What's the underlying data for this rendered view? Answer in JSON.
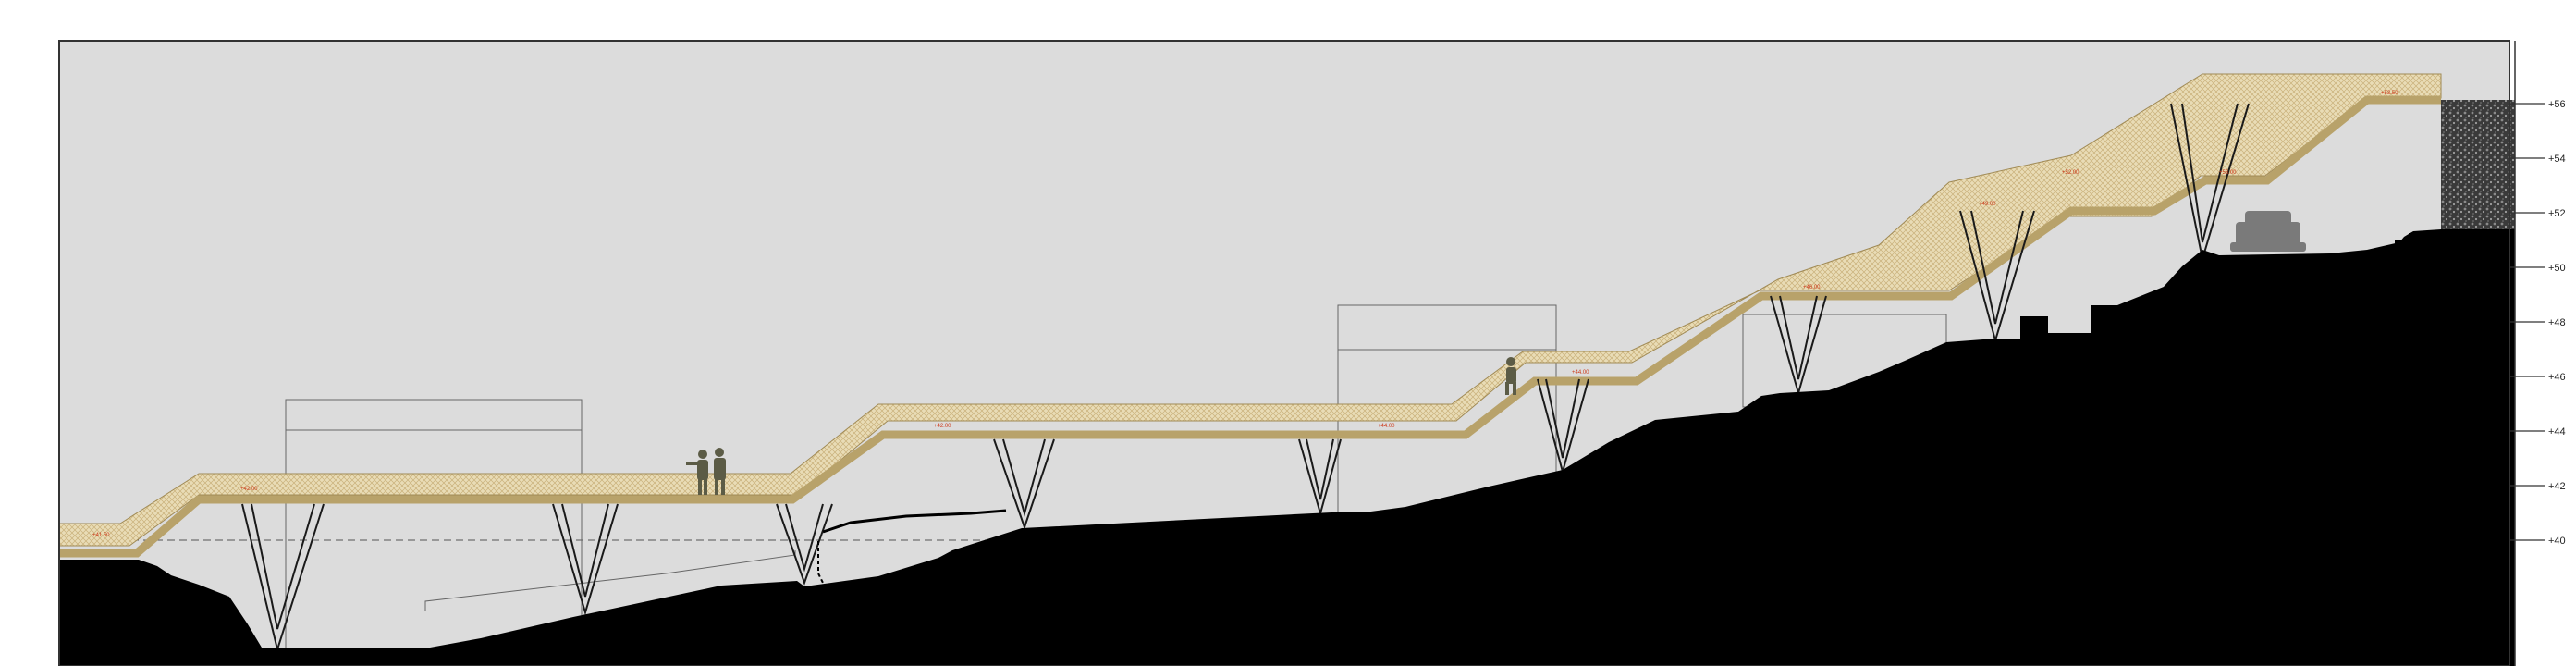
{
  "level_scale": {
    "labels": [
      "+56",
      "+54",
      "+52",
      "+50",
      "+48",
      "+46",
      "+44",
      "+42",
      "+40"
    ],
    "values": [
      56,
      54,
      52,
      50,
      48,
      46,
      44,
      42,
      40
    ]
  },
  "colors": {
    "sky": "#dcdcdc",
    "ground": "#000000",
    "walkway_band": "#b8a26a",
    "walkway_hatch": "#e9dcb6",
    "frame": "#333333",
    "elevation_marker": "#cc3a1a"
  },
  "walkway_elevations": [
    "+41.50",
    "+42.00",
    "+42.00",
    "+44.00",
    "+44.00",
    "+46.00",
    "+49.00",
    "+52.00",
    "+53.50",
    "+56.00"
  ],
  "icons": {
    "people_group": "standing-people-icon",
    "single_person": "walking-person-icon",
    "car": "car-icon"
  }
}
